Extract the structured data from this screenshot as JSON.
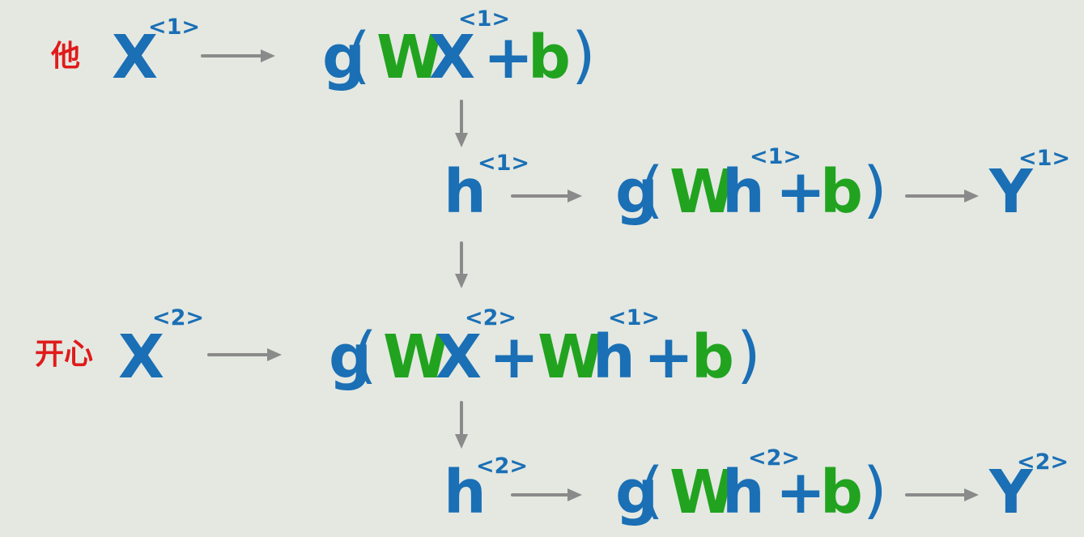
{
  "colors": {
    "background": "#e4e8e1",
    "blue": "#1a6fb5",
    "green": "#21a31f",
    "red": "#e01b1b",
    "arrow": "#8a8a8a"
  },
  "rows": {
    "r1": {
      "word": "他",
      "x": "X",
      "x_sup": "<1>",
      "g": "g",
      "open": "(",
      "w": "W",
      "x2": "X",
      "x2_sup": "<1>",
      "plus": "+",
      "b": "b",
      "close": ")"
    },
    "r2": {
      "h": "h",
      "h_sup": "<1>",
      "g": "g",
      "open": "(",
      "w": "W",
      "h2": "h",
      "h2_sup": "<1>",
      "plus": "+",
      "b": "b",
      "close": ")",
      "y": "Y",
      "y_sup": "<1>"
    },
    "r3": {
      "word": "开心",
      "x": "X",
      "x_sup": "<2>",
      "g": "g",
      "open": "(",
      "w1": "W",
      "x2": "X",
      "x2_sup": "<2>",
      "plus1": "+",
      "w2": "W",
      "h": "h",
      "h_sup": "<1>",
      "plus2": "+",
      "b": "b",
      "close": ")"
    },
    "r4": {
      "h": "h",
      "h_sup": "<2>",
      "g": "g",
      "open": "(",
      "w": "W",
      "h2": "h",
      "h2_sup": "<2>",
      "plus": "+",
      "b": "b",
      "close": ")",
      "y": "Y",
      "y_sup": "<2>"
    }
  }
}
